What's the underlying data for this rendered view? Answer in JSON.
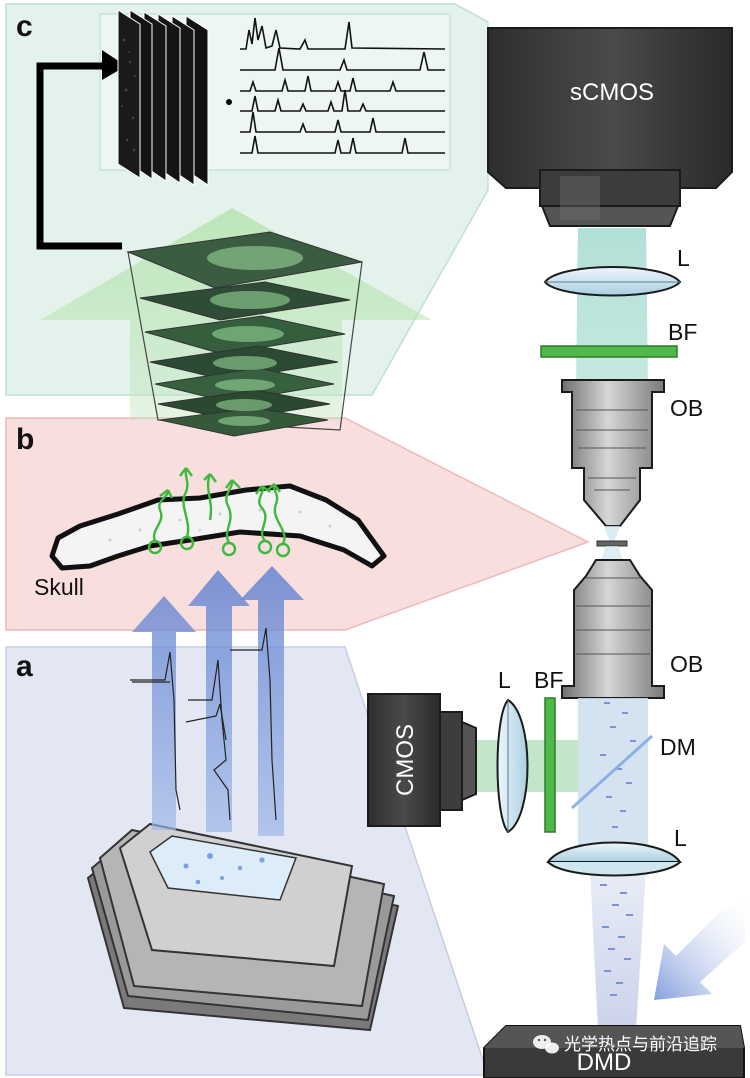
{
  "panels": {
    "a": "a",
    "b": "b",
    "c": "c"
  },
  "labels": {
    "scmos": "sCMOS",
    "cmos": "CMOS",
    "lens_top": "L",
    "bf_top": "BF",
    "ob_top": "OB",
    "ob_bottom": "OB",
    "lens_side": "L",
    "bf_side": "BF",
    "dm": "DM",
    "lens_bottom": "L",
    "dmd": "DMD",
    "skull": "Skull"
  },
  "watermark": "光学热点与前沿追踪",
  "colors": {
    "panel_a_bg": "#e3e7f3",
    "panel_b_bg": "#f9dede",
    "panel_c_bg": "#e3f1ec",
    "green_accent": "#6cc35a",
    "blue_accent": "#7b95d6",
    "bf_filter": "#4fb848",
    "device_dark": "#333333"
  },
  "icons": {
    "camera": "camera-icon",
    "lens": "lens-icon",
    "objective": "objective-icon",
    "filter": "filter-icon",
    "dichroic": "dichroic-mirror-icon",
    "dmd": "dmd-icon",
    "skull": "skull-icon",
    "sample": "sample-stage-icon",
    "watermark": "wechat-icon"
  }
}
